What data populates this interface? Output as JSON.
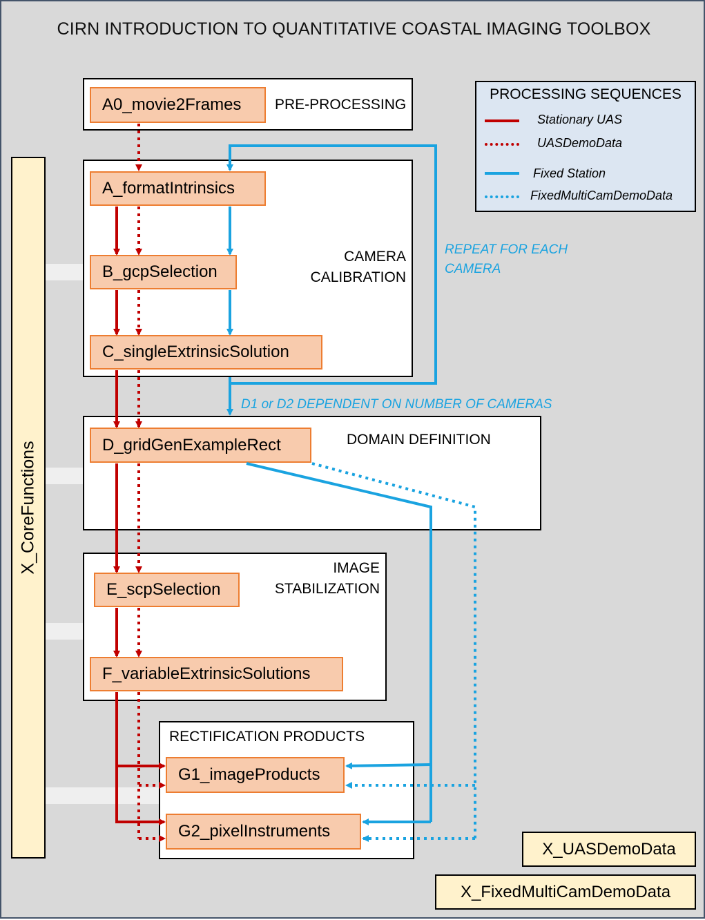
{
  "title": "CIRN INTRODUCTION TO QUANTITATIVE COASTAL IMAGING TOOLBOX",
  "stages": {
    "preprocessing": "PRE-PROCESSING",
    "camera_calibration_line1": "CAMERA",
    "camera_calibration_line2": "CALIBRATION",
    "domain_definition": "DOMAIN DEFINITION",
    "image_stabilization_line1": "IMAGE",
    "image_stabilization_line2": "STABILIZATION",
    "rectification_products": "RECTIFICATION PRODUCTS"
  },
  "scripts": {
    "a0": "A0_movie2Frames",
    "a": "A_formatIntrinsics",
    "b": "B_gcpSelection",
    "c": "C_singleExtrinsicSolution",
    "d": "D_gridGenExampleRect",
    "e": "E_scpSelection",
    "f": "F_variableExtrinsicSolutions",
    "g1": "G1_imageProducts",
    "g2": "G2_pixelInstruments"
  },
  "core_functions": "X_CoreFunctions",
  "legend": {
    "title": "PROCESSING SEQUENCES",
    "items": [
      {
        "label": "Stationary UAS",
        "color": "#c00000",
        "style": "solid"
      },
      {
        "label": "UASDemoData",
        "color": "#c00000",
        "style": "dotted"
      },
      {
        "label": "Fixed Station",
        "color": "#1aa3e0",
        "style": "solid"
      },
      {
        "label": "FixedMultiCamDemoData",
        "color": "#1aa3e0",
        "style": "dotted"
      }
    ]
  },
  "notes": {
    "repeat_line1": "REPEAT FOR EACH",
    "repeat_line2": "CAMERA",
    "d1_d2": "D1 or D2 DEPENDENT ON NUMBER OF CAMERAS"
  },
  "demo_data": {
    "uas": "X_UASDemoData",
    "fixed": "X_FixedMultiCamDemoData"
  },
  "colors": {
    "uas_red": "#c00000",
    "fixed_blue": "#1aa3e0",
    "script_fill": "#f8cbad",
    "script_border": "#ed7d31",
    "core_fill": "#fff2cc",
    "legend_fill": "#dce6f2"
  }
}
